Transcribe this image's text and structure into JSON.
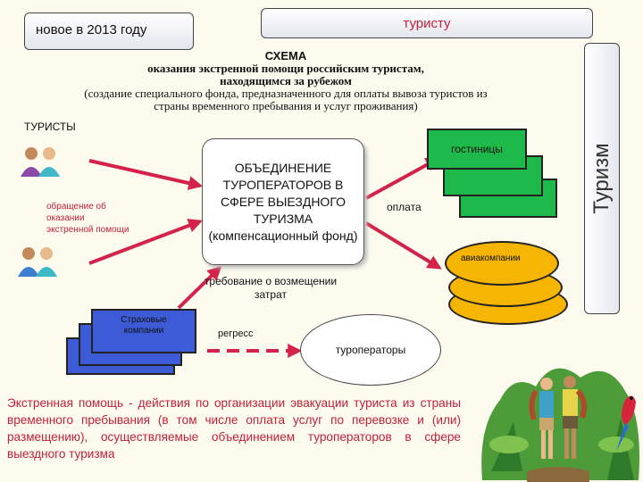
{
  "header": {
    "tab_new": "новое в 2013 году",
    "tab_tourist": "туристу",
    "side_label": "Туризм"
  },
  "title": {
    "line1": "СХЕМА",
    "line2": "оказания экстренной помощи российским туристам,",
    "line3": "находящимся за рубежом",
    "line4": "(создание специального фонда, предназначенного для оплаты вывоза туристов из",
    "line5": "страны временного пребывания и услуг проживания)"
  },
  "diagram": {
    "tourists_label": "ТУРИСТЫ",
    "appeal_line1": "обращение об",
    "appeal_line2": "оказании",
    "appeal_line3": "экстренной помощи",
    "center_box": "ОБЪЕДИНЕНИЕ ТУРОПЕРАТОРОВ В СФЕРЕ ВЫЕЗДНОГО ТУРИЗМА (компенсационный фонд)",
    "hotels": "гостиницы",
    "payment": "оплата",
    "airlines": "авиакомпании",
    "claim": "требование о возмещении затрат",
    "insurance": "Страховые компании",
    "regress": "регресс",
    "tour_operators": "туроператоры"
  },
  "definition": "Экстренная помощь - действия по организации эвакуации туриста из страны временного пребывания (в том числе оплата услуг по перевозке и (или) размещению), осуществляемые объединением туроператоров в сфере выездного туризма",
  "colors": {
    "green": "#1db94a",
    "blue": "#3d5bd6",
    "orange": "#f6b500",
    "arrow_red": "#d3234a",
    "text_red": "#c0203a"
  }
}
